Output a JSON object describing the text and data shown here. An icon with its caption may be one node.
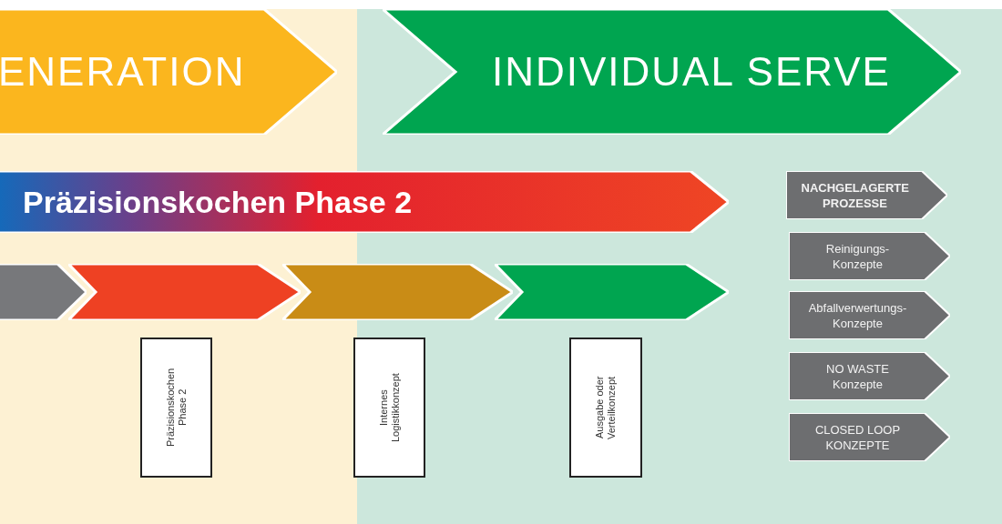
{
  "diagram": {
    "nodes": [
      {
        "text": [
          "ENERATION"
        ]
      },
      {
        "text": [
          "INDIVIDUAL SERVE"
        ]
      },
      {
        "text": [
          "Präzisionskochen Phase 2"
        ]
      },
      {
        "text": [],
        "shape": "chevron"
      },
      {
        "text": [],
        "shape": "chevron"
      },
      {
        "text": [],
        "shape": "chevron"
      },
      {
        "text": [],
        "shape": "chevron"
      },
      {
        "text": [
          "Präzisionskochen Phase 2"
        ]
      },
      {
        "text": [
          "Internes Logistikkonzept"
        ]
      },
      {
        "text": [
          "Ausgabe oder Verteilkonzept"
        ]
      },
      {
        "text": [
          "NACHGELAGERTE PROZESSE"
        ]
      },
      {
        "text": [
          "Reinigungs- Konzepte"
        ]
      },
      {
        "text": [
          "Abfallverwertungs- Konzepte"
        ]
      },
      {
        "text": [
          "NO WASTE Konzepte"
        ]
      },
      {
        "text": [
          "CLOSED LOOP KONZEPTE"
        ]
      }
    ]
  }
}
